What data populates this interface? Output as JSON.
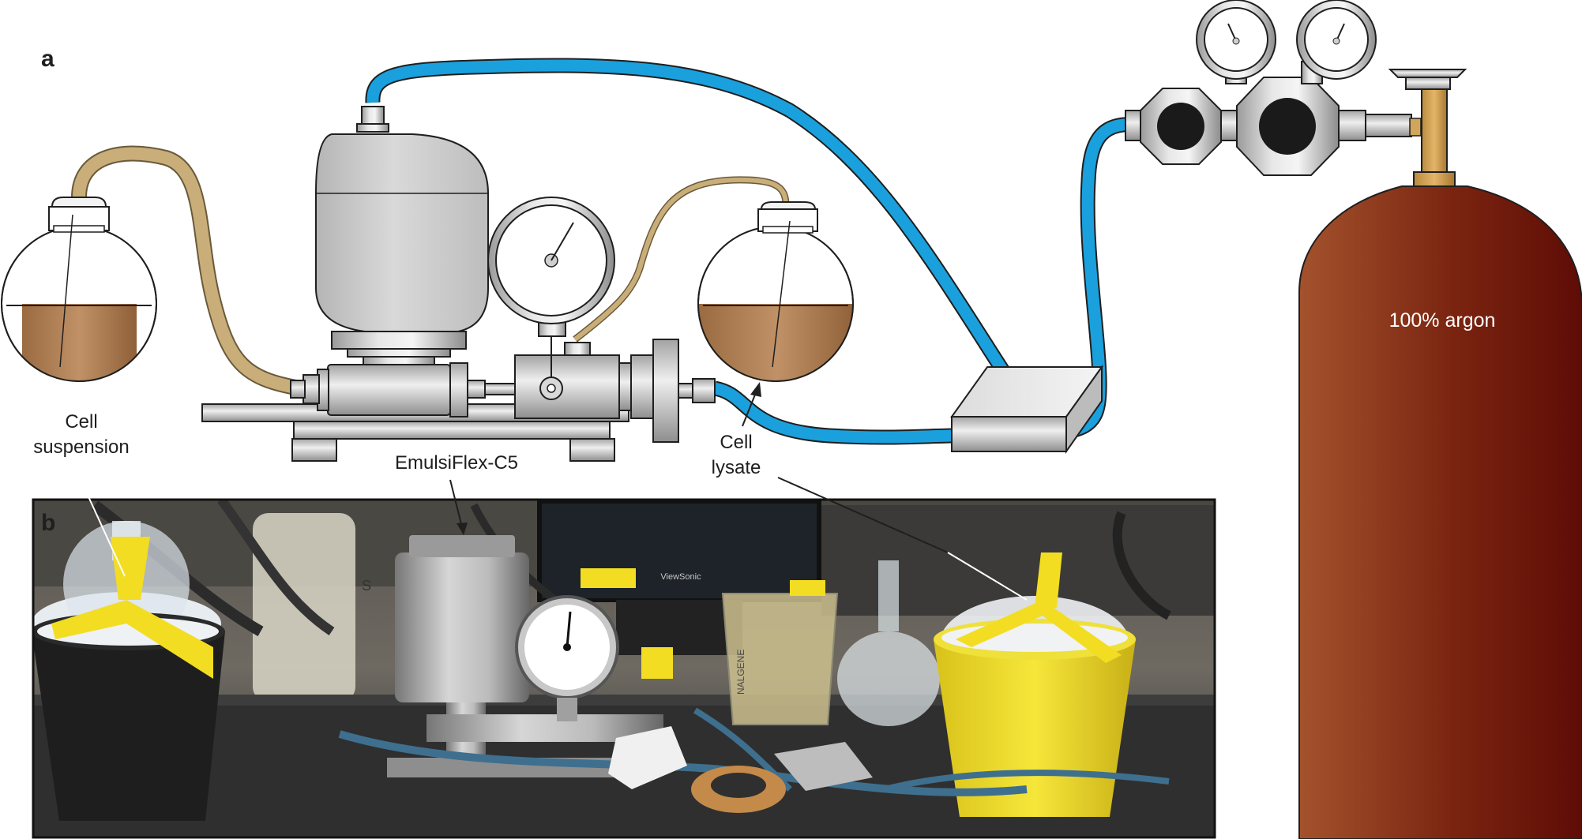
{
  "panel_labels": {
    "a": "a",
    "b": "b"
  },
  "labels": {
    "cell_suspension_line1": "Cell",
    "cell_suspension_line2": "suspension",
    "emulsiflex": "EmulsiFlex-C5",
    "cell_lysate_line1": "Cell",
    "cell_lysate_line2": "lysate",
    "argon": "100% argon"
  },
  "photo_text": {
    "monitor_brand": "ViewSonic",
    "beaker_brand": "NALGENE",
    "bottle_tag": "S"
  },
  "colors": {
    "tube_blue": "#1aa0dc",
    "tube_tan": "#c9ae7a",
    "liquid": "#a8794e",
    "cylinder_top": "#9b4a22",
    "cylinder_body": "#7a1f10",
    "tape_yellow": "#f2dd22",
    "bucket_yellow": "#f3e032",
    "bucket_black": "#1e1e1e"
  }
}
